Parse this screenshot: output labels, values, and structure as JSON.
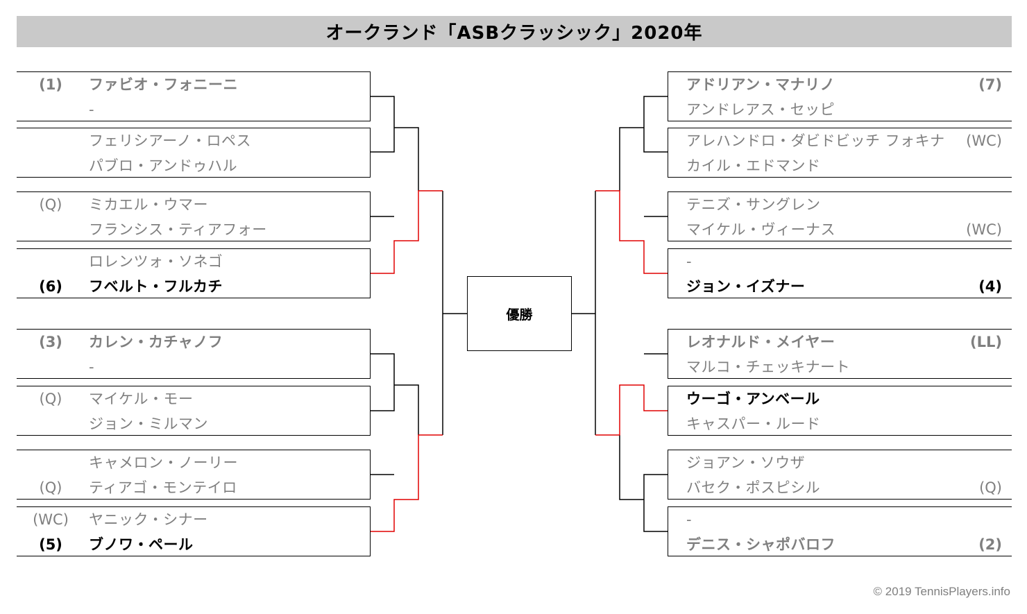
{
  "title": "オークランド「ASBクラッシック」2020年",
  "winner_label": "優勝",
  "copyright": "© 2019 TennisPlayers.info",
  "colors": {
    "title_bg": "#c9c9c9",
    "loser_text": "#7f7f7f",
    "winner_path": "#e00000",
    "line": "#000000"
  },
  "left_pairs": [
    {
      "top": {
        "seed": "(1)",
        "name": "ファビオ・フォニーニ"
      },
      "bottom": {
        "seed": "",
        "name": "-"
      }
    },
    {
      "top": {
        "seed": "",
        "name": "フェリシアーノ・ロペス"
      },
      "bottom": {
        "seed": "",
        "name": "パブロ・アンドゥハル"
      }
    },
    {
      "top": {
        "seed": "(Q)",
        "name": "ミカエル・ウマー"
      },
      "bottom": {
        "seed": "",
        "name": "フランシス・ティアフォー"
      }
    },
    {
      "top": {
        "seed": "",
        "name": "ロレンツォ・ソネゴ"
      },
      "bottom": {
        "seed": "(6)",
        "name": "フベルト・フルカチ"
      }
    },
    {
      "top": {
        "seed": "(3)",
        "name": "カレン・カチャノフ"
      },
      "bottom": {
        "seed": "",
        "name": "-"
      }
    },
    {
      "top": {
        "seed": "(Q)",
        "name": "マイケル・モー"
      },
      "bottom": {
        "seed": "",
        "name": "ジョン・ミルマン"
      }
    },
    {
      "top": {
        "seed": "",
        "name": "キャメロン・ノーリー"
      },
      "bottom": {
        "seed": "(Q)",
        "name": "ティアゴ・モンテイロ"
      }
    },
    {
      "top": {
        "seed": "(WC)",
        "name": "ヤニック・シナー"
      },
      "bottom": {
        "seed": "(5)",
        "name": "ブノワ・ペール"
      }
    }
  ],
  "right_pairs": [
    {
      "top": {
        "seed": "(7)",
        "name": "アドリアン・マナリノ"
      },
      "bottom": {
        "seed": "",
        "name": "アンドレアス・セッピ"
      }
    },
    {
      "top": {
        "seed": "(WC)",
        "name": "アレハンドロ・ダビドビッチ フォキナ"
      },
      "bottom": {
        "seed": "",
        "name": "カイル・エドマンド"
      }
    },
    {
      "top": {
        "seed": "",
        "name": "テニズ・サングレン"
      },
      "bottom": {
        "seed": "(WC)",
        "name": "マイケル・ヴィーナス"
      }
    },
    {
      "top": {
        "seed": "",
        "name": "-"
      },
      "bottom": {
        "seed": "(4)",
        "name": "ジョン・イズナー"
      }
    },
    {
      "top": {
        "seed": "(LL)",
        "name": "レオナルド・メイヤー"
      },
      "bottom": {
        "seed": "",
        "name": "マルコ・チェッキナート"
      }
    },
    {
      "top": {
        "seed": "",
        "name": "ウーゴ・アンベール"
      },
      "bottom": {
        "seed": "",
        "name": "キャスパー・ルード"
      }
    },
    {
      "top": {
        "seed": "",
        "name": "ジョアン・ソウザ"
      },
      "bottom": {
        "seed": "(Q)",
        "name": "バセク・ポスピシル"
      }
    },
    {
      "top": {
        "seed": "",
        "name": "-"
      },
      "bottom": {
        "seed": "(2)",
        "name": "デニス・シャポバロフ"
      }
    }
  ]
}
